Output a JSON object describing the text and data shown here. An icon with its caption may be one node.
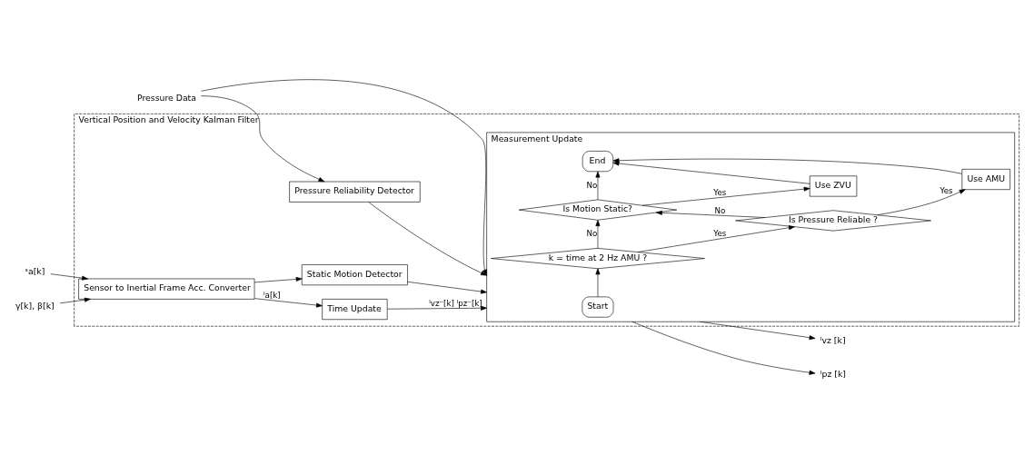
{
  "diagram": {
    "nodes": [
      {
        "text": [
          "Vertical Position and Velocity Kalman Filter"
        ]
      },
      {
        "text": [
          "ˢa[k]"
        ]
      },
      {
        "text": [
          "γ[k], β[k]"
        ]
      },
      {
        "text": [
          "Pressure Data"
        ]
      },
      {
        "text": [
          "Sensor to Inertial Frame Acc. Converter"
        ],
        "in": 0
      },
      {
        "text": [
          "Time Update"
        ],
        "in": 0
      },
      {
        "text": [
          "Static Motion Detector"
        ],
        "in": 0
      },
      {
        "text": [
          "Pressure Reliability Detector"
        ],
        "in": 0
      },
      {
        "text": [
          "Measurement Update"
        ],
        "in": 0
      },
      {
        "text": [
          "Start"
        ],
        "in": 8
      },
      {
        "text": [
          "k = time at 2 Hz AMU ?"
        ],
        "in": 8
      },
      {
        "text": [
          "Is Pressure Reliable ?"
        ],
        "in": 8
      },
      {
        "text": [
          "Use AMU"
        ],
        "in": 8
      },
      {
        "text": [
          "Is Motion Static?"
        ],
        "in": 8
      },
      {
        "text": [
          "Use ZVU"
        ],
        "in": 8
      },
      {
        "text": [
          "End"
        ],
        "in": 8
      },
      {
        "text": [
          "ᴵvz [k]"
        ]
      },
      {
        "text": [
          "ᴵpz [k]"
        ]
      }
    ],
    "edges": [
      {
        "from": 1,
        "to": 4,
        "arrow": "to"
      },
      {
        "from": 2,
        "to": 4,
        "arrow": "to"
      },
      {
        "from": 4,
        "to": 5,
        "arrow": "to",
        "label": "ᴵa[k]"
      },
      {
        "from": 4,
        "to": 6,
        "arrow": "to"
      },
      {
        "from": 5,
        "to": 8,
        "arrow": "to",
        "label": "ᴵvz⁻[k] ᴵpz⁻[k]"
      },
      {
        "from": 6,
        "to": 8,
        "arrow": "to"
      },
      {
        "from": 3,
        "to": 7,
        "arrow": "to"
      },
      {
        "from": 7,
        "to": 8,
        "arrow": "to"
      },
      {
        "from": 3,
        "to": 8,
        "arrow": "to"
      },
      {
        "from": 9,
        "to": 10,
        "arrow": "to"
      },
      {
        "from": 10,
        "to": 11,
        "arrow": "to",
        "label": "Yes"
      },
      {
        "from": 11,
        "to": 12,
        "arrow": "to",
        "label": "Yes"
      },
      {
        "from": 10,
        "to": 13,
        "arrow": "to",
        "label": "No"
      },
      {
        "from": 11,
        "to": 13,
        "arrow": "to",
        "label": "No"
      },
      {
        "from": 13,
        "to": 14,
        "arrow": "to",
        "label": "Yes"
      },
      {
        "from": 13,
        "to": 15,
        "arrow": "to",
        "label": "No"
      },
      {
        "from": 14,
        "to": 15,
        "arrow": "to"
      },
      {
        "from": 12,
        "to": 15,
        "arrow": "to"
      },
      {
        "from": 8,
        "to": 16,
        "arrow": "to"
      },
      {
        "from": 8,
        "to": 17,
        "arrow": "to"
      }
    ]
  }
}
